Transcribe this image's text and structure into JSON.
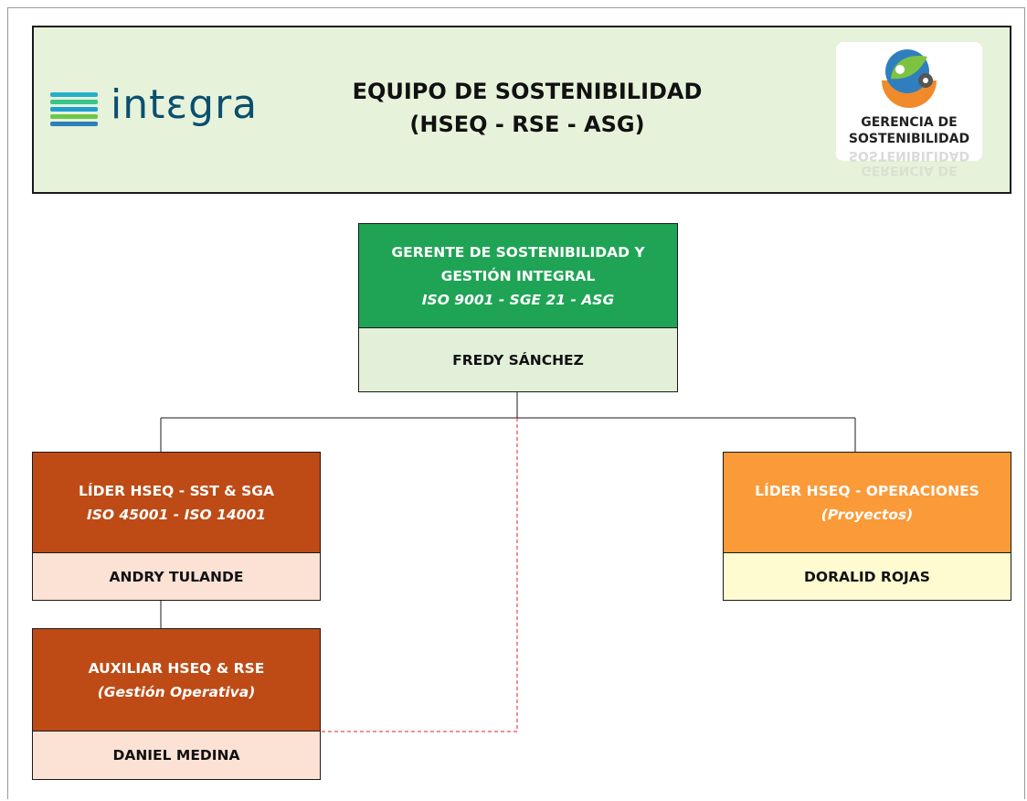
{
  "header": {
    "logo_text": "intεgra",
    "title_line1": "EQUIPO DE SOSTENIBILIDAD",
    "title_line2": "(HSEQ - RSE - ASG)",
    "badge_line1": "GERENCIA DE",
    "badge_line2": "SOSTENIBILIDAD"
  },
  "org": {
    "manager": {
      "title_line1": "GERENTE DE SOSTENIBILIDAD Y",
      "title_line2": "GESTIÓN INTEGRAL",
      "subtitle": "ISO 9001 - SGE 21 - ASG",
      "name": "FREDY SÁNCHEZ",
      "color": "#1fa455",
      "name_bg": "#e3f0d9"
    },
    "leader_sst": {
      "title": "LÍDER HSEQ - SST & SGA",
      "subtitle": "ISO 45001 - ISO 14001",
      "name": "ANDRY TULANDE",
      "color": "#be4b16",
      "name_bg": "#fbe2d5"
    },
    "leader_ops": {
      "title": "LÍDER HSEQ - OPERACIONES",
      "subtitle": "(Proyectos)",
      "name": "DORALID ROJAS",
      "color": "#fb9a38",
      "name_bg": "#fefbd0"
    },
    "auxiliary": {
      "title": "AUXILIAR HSEQ & RSE",
      "subtitle": "(Gestión Operativa)",
      "name": "DANIEL MEDINA",
      "color": "#be4b16",
      "name_bg": "#fbe2d5"
    }
  },
  "colors": {
    "header_bg": "#e6f2da",
    "solid_line": "#1a1a1a",
    "dashed_line": "#e02020"
  }
}
